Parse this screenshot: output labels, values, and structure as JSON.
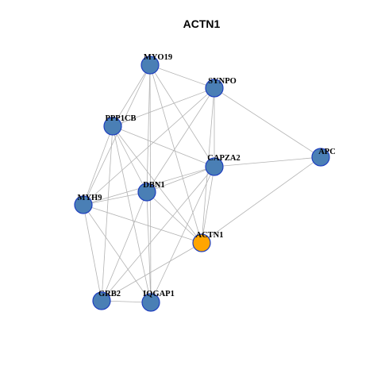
{
  "graph": {
    "title": "ACTN1",
    "colors": {
      "node_default": "#4a7fb5",
      "node_focus": "#ffa500",
      "node_border": "#1f3fbf",
      "edge": "#b3b3b3"
    },
    "nodes": [
      {
        "id": "MYO19",
        "focus": false
      },
      {
        "id": "SYNPO",
        "focus": false
      },
      {
        "id": "PPP1CB",
        "focus": false
      },
      {
        "id": "APC",
        "focus": false
      },
      {
        "id": "CAPZA2",
        "focus": false
      },
      {
        "id": "DBN1",
        "focus": false
      },
      {
        "id": "MYH9",
        "focus": false
      },
      {
        "id": "ACTN1",
        "focus": true
      },
      {
        "id": "GRB2",
        "focus": false
      },
      {
        "id": "IQGAP1",
        "focus": false
      }
    ],
    "edges": [
      [
        "MYO19",
        "SYNPO"
      ],
      [
        "MYO19",
        "PPP1CB"
      ],
      [
        "MYO19",
        "DBN1"
      ],
      [
        "MYO19",
        "MYH9"
      ],
      [
        "MYO19",
        "ACTN1"
      ],
      [
        "MYO19",
        "IQGAP1"
      ],
      [
        "MYO19",
        "CAPZA2"
      ],
      [
        "SYNPO",
        "PPP1CB"
      ],
      [
        "SYNPO",
        "APC"
      ],
      [
        "SYNPO",
        "CAPZA2"
      ],
      [
        "SYNPO",
        "DBN1"
      ],
      [
        "SYNPO",
        "ACTN1"
      ],
      [
        "SYNPO",
        "MYH9"
      ],
      [
        "PPP1CB",
        "CAPZA2"
      ],
      [
        "PPP1CB",
        "DBN1"
      ],
      [
        "PPP1CB",
        "MYH9"
      ],
      [
        "PPP1CB",
        "ACTN1"
      ],
      [
        "PPP1CB",
        "GRB2"
      ],
      [
        "PPP1CB",
        "IQGAP1"
      ],
      [
        "APC",
        "CAPZA2"
      ],
      [
        "APC",
        "ACTN1"
      ],
      [
        "CAPZA2",
        "DBN1"
      ],
      [
        "CAPZA2",
        "MYH9"
      ],
      [
        "CAPZA2",
        "ACTN1"
      ],
      [
        "CAPZA2",
        "GRB2"
      ],
      [
        "CAPZA2",
        "IQGAP1"
      ],
      [
        "DBN1",
        "MYH9"
      ],
      [
        "DBN1",
        "ACTN1"
      ],
      [
        "DBN1",
        "GRB2"
      ],
      [
        "DBN1",
        "IQGAP1"
      ],
      [
        "MYH9",
        "ACTN1"
      ],
      [
        "MYH9",
        "GRB2"
      ],
      [
        "MYH9",
        "IQGAP1"
      ],
      [
        "ACTN1",
        "GRB2"
      ],
      [
        "GRB2",
        "IQGAP1"
      ]
    ]
  }
}
